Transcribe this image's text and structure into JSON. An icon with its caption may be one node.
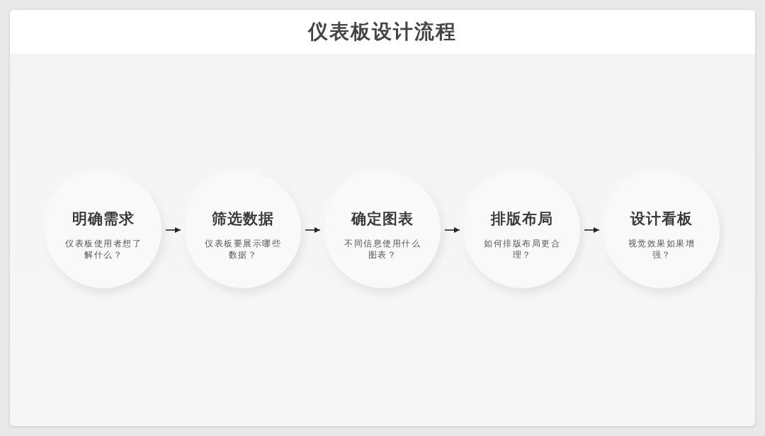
{
  "diagram": {
    "title": "仪表板设计流程",
    "nodes": [
      {
        "text": [
          "明确需求",
          "仪表板使用者想了解什么？"
        ]
      },
      {
        "text": [
          "筛选数据",
          "仪表板要展示哪些数据？"
        ]
      },
      {
        "text": [
          "确定图表",
          "不同信息使用什么图表？"
        ]
      },
      {
        "text": [
          "排版布局",
          "如何排版布局更合理？"
        ]
      },
      {
        "text": [
          "设计看板",
          "视觉效果如果增强？"
        ]
      }
    ],
    "edges": [
      {
        "from": 0,
        "to": 1,
        "arrow": "to"
      },
      {
        "from": 1,
        "to": 2,
        "arrow": "to"
      },
      {
        "from": 2,
        "to": 3,
        "arrow": "to"
      },
      {
        "from": 3,
        "to": 4,
        "arrow": "to"
      }
    ]
  }
}
